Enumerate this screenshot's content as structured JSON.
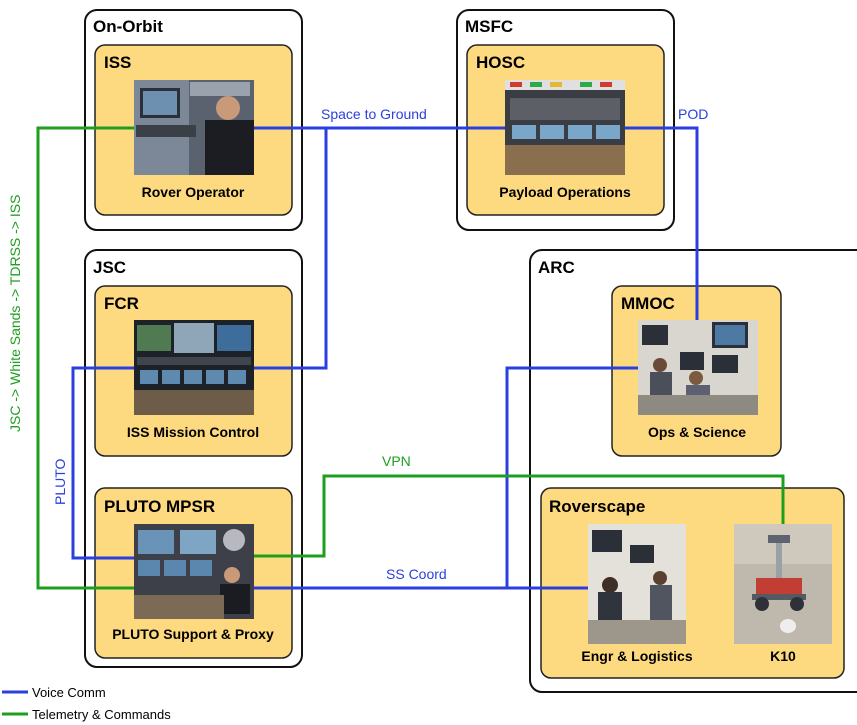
{
  "colors": {
    "voice": "#2b3fe0",
    "telemetry": "#1e9e1e",
    "box_fill": "#fdd97f",
    "box_stroke": "#222222",
    "photo_dark": "#2a2f38"
  },
  "groups": {
    "onorbit": "On-Orbit",
    "msfc": "MSFC",
    "jsc": "JSC",
    "arc": "ARC"
  },
  "boxes": {
    "iss": {
      "title": "ISS",
      "caption": "Rover Operator"
    },
    "hosc": {
      "title": "HOSC",
      "caption": "Payload Operations"
    },
    "fcr": {
      "title": "FCR",
      "caption": "ISS Mission Control"
    },
    "mpsr": {
      "title": "PLUTO MPSR",
      "caption": "PLUTO Support & Proxy"
    },
    "mmoc": {
      "title": "MMOC",
      "caption": "Ops & Science"
    },
    "roverscape": {
      "title": "Roverscape",
      "caption_engr": "Engr & Logistics",
      "caption_k10": "K10"
    }
  },
  "links": {
    "space_to_ground": "Space to Ground",
    "pod": "POD",
    "pluto": "PLUTO",
    "vpn": "VPN",
    "ss_coord": "SS Coord",
    "relay": "JSC -> White Sands -> TDRSS -> ISS"
  },
  "legend": {
    "voice": "Voice Comm",
    "telemetry": "Telemetry & Commands"
  }
}
